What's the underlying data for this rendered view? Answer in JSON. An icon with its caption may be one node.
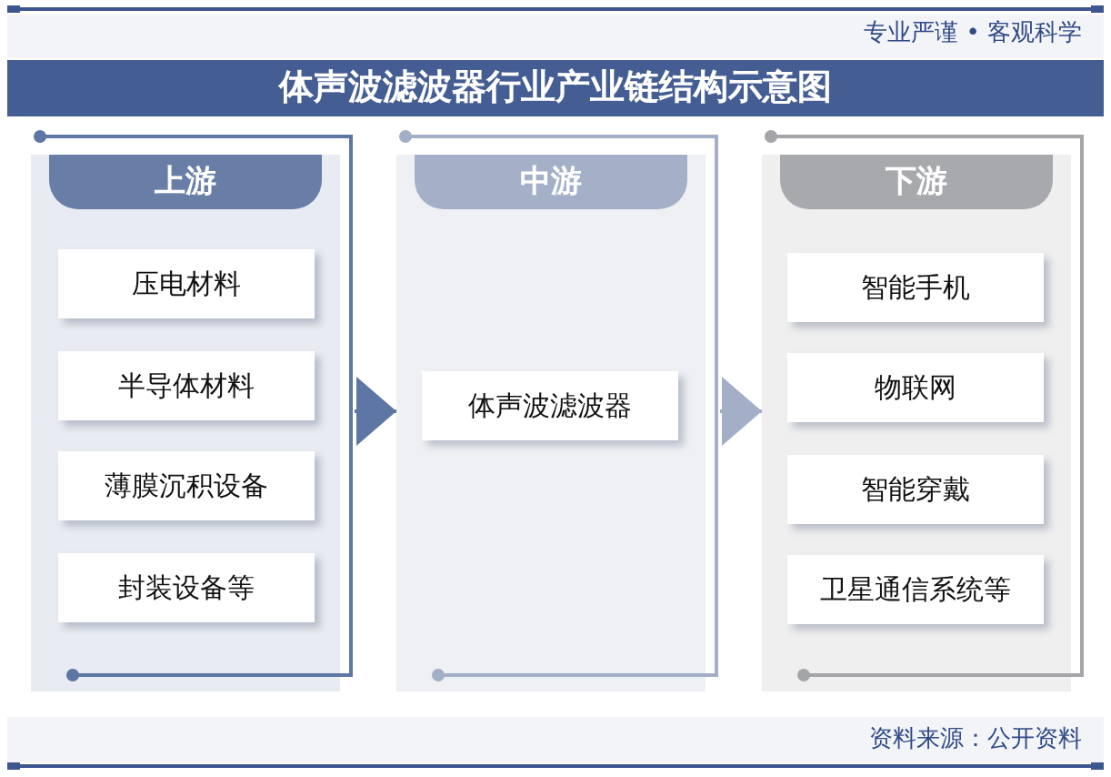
{
  "diagram": {
    "title": "体声波滤波器行业产业链结构示意图",
    "nodes": [
      {
        "text": [
          "上游"
        ]
      },
      {
        "text": [
          "压电材料"
        ],
        "in": 0
      },
      {
        "text": [
          "半导体材料"
        ],
        "in": 0
      },
      {
        "text": [
          "薄膜沉积设备"
        ],
        "in": 0
      },
      {
        "text": [
          "封装设备等"
        ],
        "in": 0
      },
      {
        "text": [
          "中游"
        ]
      },
      {
        "text": [
          "体声波滤波器"
        ],
        "in": 5
      },
      {
        "text": [
          "下游"
        ]
      },
      {
        "text": [
          "智能手机"
        ],
        "in": 7
      },
      {
        "text": [
          "物联网"
        ],
        "in": 7
      },
      {
        "text": [
          "智能穿戴"
        ],
        "in": 7
      },
      {
        "text": [
          "卫星通信系统等"
        ],
        "in": 7
      }
    ],
    "edges": [
      {
        "from": 0,
        "to": 5,
        "arrow": "to",
        "color": "#5d76a3"
      },
      {
        "from": 5,
        "to": 7,
        "arrow": "to",
        "color": "#a2afc7"
      }
    ],
    "labels": [
      "专业严谨 • 客观科学",
      "资料来源：公开资料"
    ]
  }
}
